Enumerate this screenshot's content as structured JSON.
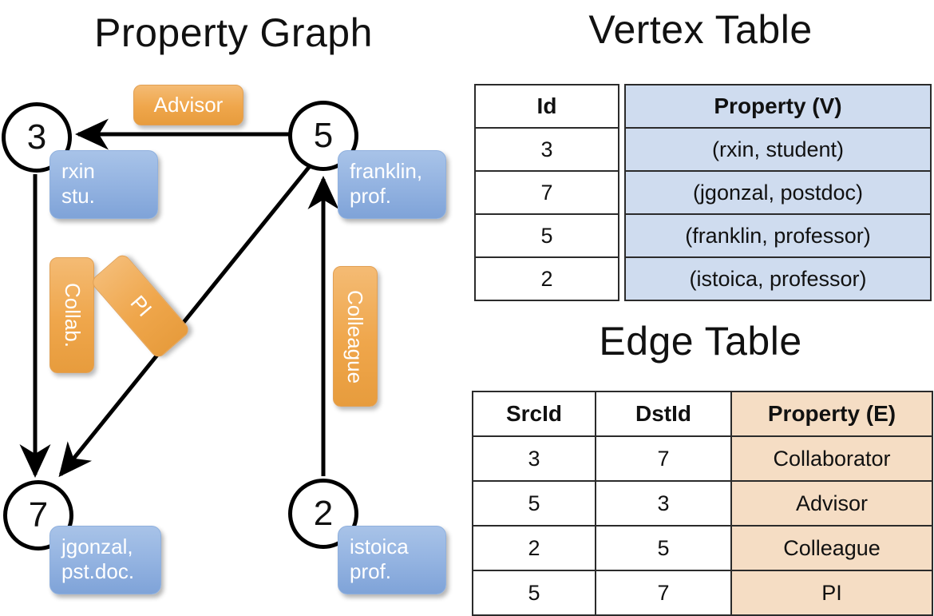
{
  "titles": {
    "property_graph": "Property Graph",
    "vertex_table": "Vertex Table",
    "edge_table": "Edge Table"
  },
  "graph": {
    "nodes": [
      {
        "id": "3",
        "property": "rxin\nstu."
      },
      {
        "id": "5",
        "property": "franklin,\nprof."
      },
      {
        "id": "7",
        "property": "jgonzal,\npst.doc."
      },
      {
        "id": "2",
        "property": "istoica\nprof."
      }
    ],
    "node_labels": {
      "n3": "3",
      "n5": "5",
      "n7": "7",
      "n2": "2"
    },
    "property_boxes": {
      "rxin_line1": "rxin",
      "rxin_line2": "stu.",
      "franklin_line1": "franklin,",
      "franklin_line2": "prof.",
      "jgonzal_line1": "jgonzal,",
      "jgonzal_line2": "pst.doc.",
      "istoica_line1": "istoica",
      "istoica_line2": "prof."
    },
    "edge_labels": {
      "advisor": "Advisor",
      "collab": "Collab.",
      "pi": "PI",
      "colleague": "Colleague"
    },
    "edges": [
      {
        "from": "5",
        "to": "3",
        "label": "Advisor"
      },
      {
        "from": "3",
        "to": "7",
        "label": "Collab."
      },
      {
        "from": "5",
        "to": "7",
        "label": "PI"
      },
      {
        "from": "2",
        "to": "5",
        "label": "Colleague"
      }
    ]
  },
  "vertex_table": {
    "headers": {
      "id": "Id",
      "property": "Property (V)"
    },
    "rows": [
      {
        "id": "3",
        "property": "(rxin, student)"
      },
      {
        "id": "7",
        "property": "(jgonzal, postdoc)"
      },
      {
        "id": "5",
        "property": "(franklin, professor)"
      },
      {
        "id": "2",
        "property": "(istoica, professor)"
      }
    ]
  },
  "edge_table": {
    "headers": {
      "src": "SrcId",
      "dst": "DstId",
      "property": "Property (E)"
    },
    "rows": [
      {
        "src": "3",
        "dst": "7",
        "property": "Collaborator"
      },
      {
        "src": "5",
        "dst": "3",
        "property": "Advisor"
      },
      {
        "src": "2",
        "dst": "5",
        "property": "Colleague"
      },
      {
        "src": "5",
        "dst": "7",
        "property": "PI"
      }
    ]
  },
  "colors": {
    "vertex_property_fill": "#cfdcef",
    "edge_property_fill": "#f5ddc4",
    "node_box_blue": "#96b5e2",
    "edge_label_orange": "#efa64b",
    "stroke": "#000000"
  }
}
